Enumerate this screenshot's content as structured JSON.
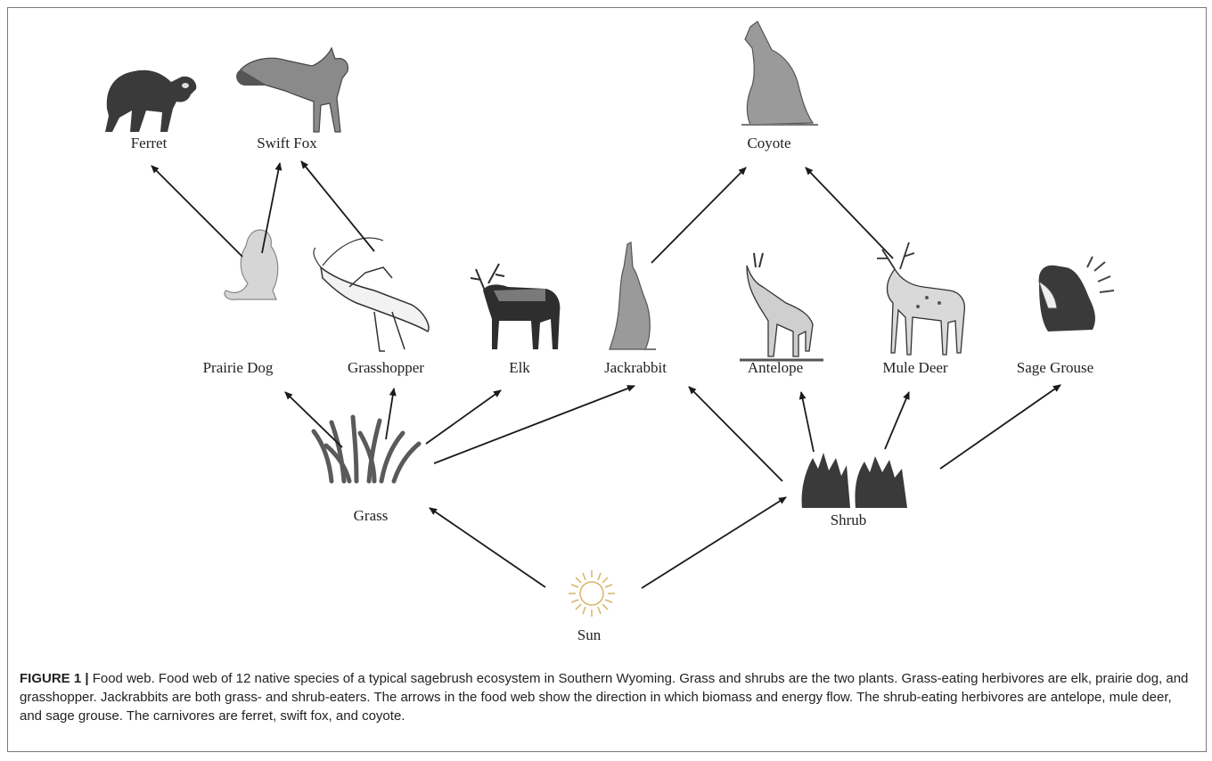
{
  "nodes": {
    "ferret": "Ferret",
    "swift_fox": "Swift Fox",
    "coyote": "Coyote",
    "prairie_dog": "Prairie Dog",
    "grasshopper": "Grasshopper",
    "elk": "Elk",
    "jackrabbit": "Jackrabbit",
    "antelope": "Antelope",
    "mule_deer": "Mule Deer",
    "sage_grouse": "Sage Grouse",
    "grass": "Grass",
    "shrub": "Shrub",
    "sun": "Sun"
  },
  "edges": [
    [
      "sun",
      "grass"
    ],
    [
      "sun",
      "shrub"
    ],
    [
      "grass",
      "prairie_dog"
    ],
    [
      "grass",
      "grasshopper"
    ],
    [
      "grass",
      "elk"
    ],
    [
      "grass",
      "jackrabbit"
    ],
    [
      "shrub",
      "jackrabbit"
    ],
    [
      "shrub",
      "antelope"
    ],
    [
      "shrub",
      "mule_deer"
    ],
    [
      "shrub",
      "sage_grouse"
    ],
    [
      "prairie_dog",
      "ferret"
    ],
    [
      "prairie_dog",
      "swift_fox"
    ],
    [
      "grasshopper",
      "swift_fox"
    ],
    [
      "jackrabbit",
      "coyote"
    ],
    [
      "mule_deer",
      "coyote"
    ]
  ],
  "caption": {
    "lead": "FIGURE 1 |",
    "text": " Food web. Food web of 12 native species of a typical sagebrush ecosystem in Southern Wyoming. Grass and shrubs are the two plants. Grass-eating herbivores are elk, prairie dog, and grasshopper. Jackrabbits are both grass- and shrub-eaters. The arrows in the food web show the direction in which biomass and energy flow. The shrub-eating herbivores are antelope, mule deer, and sage grouse. The carnivores are ferret, swift fox, and coyote."
  },
  "colors": {
    "arrow": "#1a1a1a",
    "sun": "#d8b36a",
    "grass": "#5a5a5a"
  }
}
